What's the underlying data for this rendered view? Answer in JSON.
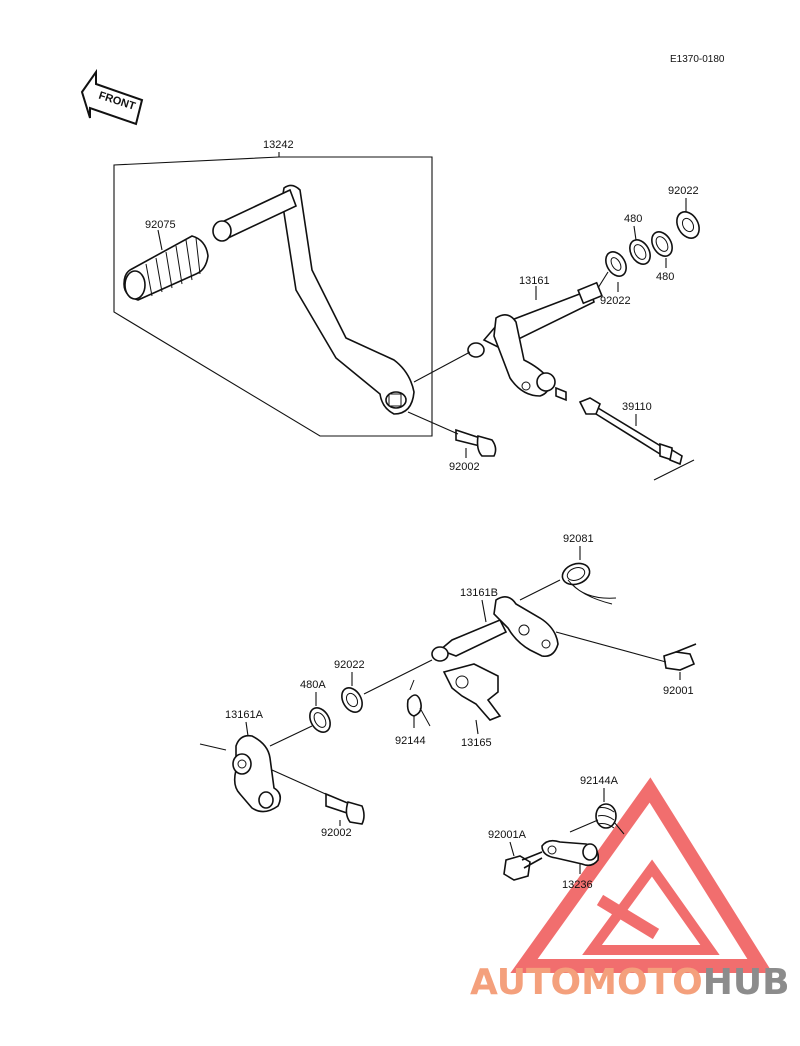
{
  "drawing_code": "E1370-0180",
  "front_label": "FRONT",
  "parts": {
    "p13242": "13242",
    "p92075": "92075",
    "p92022_top": "92022",
    "p480_top": "480",
    "p480_mid": "480",
    "p92022_mid": "92022",
    "p13161": "13161",
    "p39110": "39110",
    "p92002_top": "92002",
    "p92081": "92081",
    "p13161B": "13161B",
    "p92022_low": "92022",
    "p480A": "480A",
    "p13161A": "13161A",
    "p92144": "92144",
    "p13165": "13165",
    "p92001": "92001",
    "p92002_low": "92002",
    "p92144A": "92144A",
    "p92001A": "92001A",
    "p13236": "13236"
  },
  "watermark": {
    "brand_a": "AUTOMOTO",
    "brand_b": "HUB",
    "color_a": "#f4a07c",
    "color_b": "#8c8c8c",
    "triangle_color": "#ee4b4b"
  }
}
